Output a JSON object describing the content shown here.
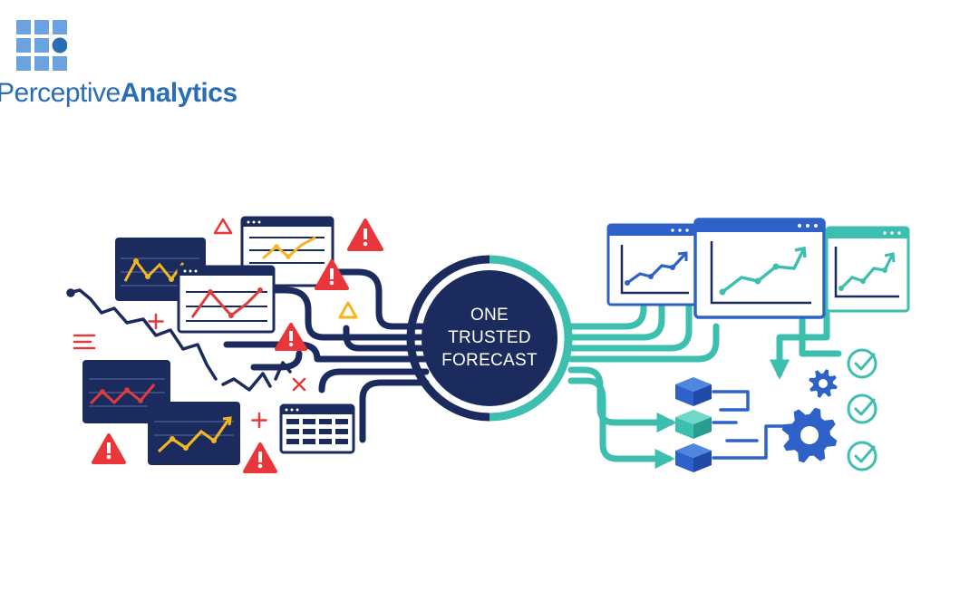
{
  "brand": {
    "name_part1": "Perceptive",
    "name_part2": "Analytics",
    "color": "#2a6db3",
    "light_color": "#5b9bd5"
  },
  "hub": {
    "line1": "ONE",
    "line2": "TRUSTED",
    "line3": "FORECAST"
  },
  "colors": {
    "navy": "#1c2b5e",
    "teal": "#3dbfb0",
    "blue": "#2f62c9",
    "red": "#e23b3b",
    "yellow": "#f2b61f",
    "warning_red": "#e8363a"
  },
  "icons": {
    "left": [
      "chart-window-icon",
      "warning-icon",
      "table-icon",
      "plus-icon",
      "cross-icon",
      "broken-line-icon"
    ],
    "right": [
      "chart-window-icon",
      "database-icon",
      "gear-icon",
      "checkmark-icon"
    ]
  }
}
